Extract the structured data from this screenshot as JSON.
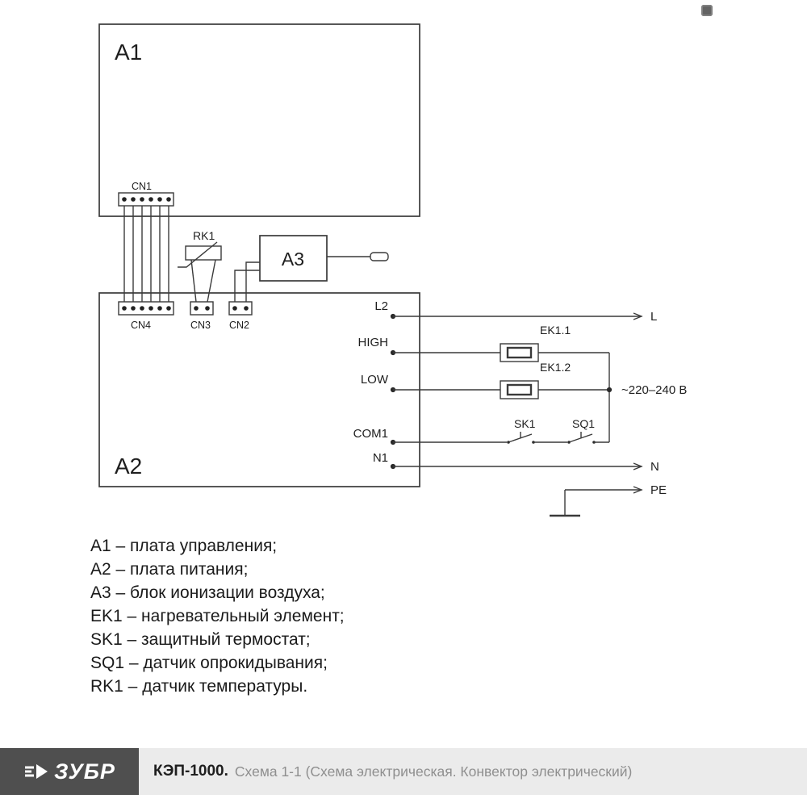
{
  "colors": {
    "line": "#3a3a3a",
    "footer_bar": "#ebebeb",
    "logo_bg": "#4f4f4f"
  },
  "diagram": {
    "blocks": {
      "a1": "A1",
      "a2": "A2",
      "a3": "A3"
    },
    "connectors": {
      "cn1": "CN1",
      "cn2": "CN2",
      "cn3": "CN3",
      "cn4": "CN4"
    },
    "components": {
      "rk1": "RK1",
      "ek11": "EK1.1",
      "ek12": "EK1.2",
      "sk1": "SK1",
      "sq1": "SQ1"
    },
    "terminals": {
      "l2": "L2",
      "high": "HIGH",
      "low": "LOW",
      "com1": "COM1",
      "n1": "N1"
    },
    "outputs": {
      "l": "L",
      "n": "N",
      "pe": "PE"
    },
    "voltage": "~220–240 В"
  },
  "legend": {
    "items": [
      "A1 – плата управления;",
      "A2 – плата питания;",
      "A3 – блок ионизации воздуха;",
      "EK1 – нагревательный элемент;",
      "SK1 – защитный термостат;",
      "SQ1 – датчик опрокидывания;",
      "RK1 – датчик температуры."
    ]
  },
  "footer": {
    "brand": "ЗУБР",
    "model": "КЭП-1000.",
    "caption": "Схема 1-1 (Схема электрическая. Конвектор электрический)"
  }
}
